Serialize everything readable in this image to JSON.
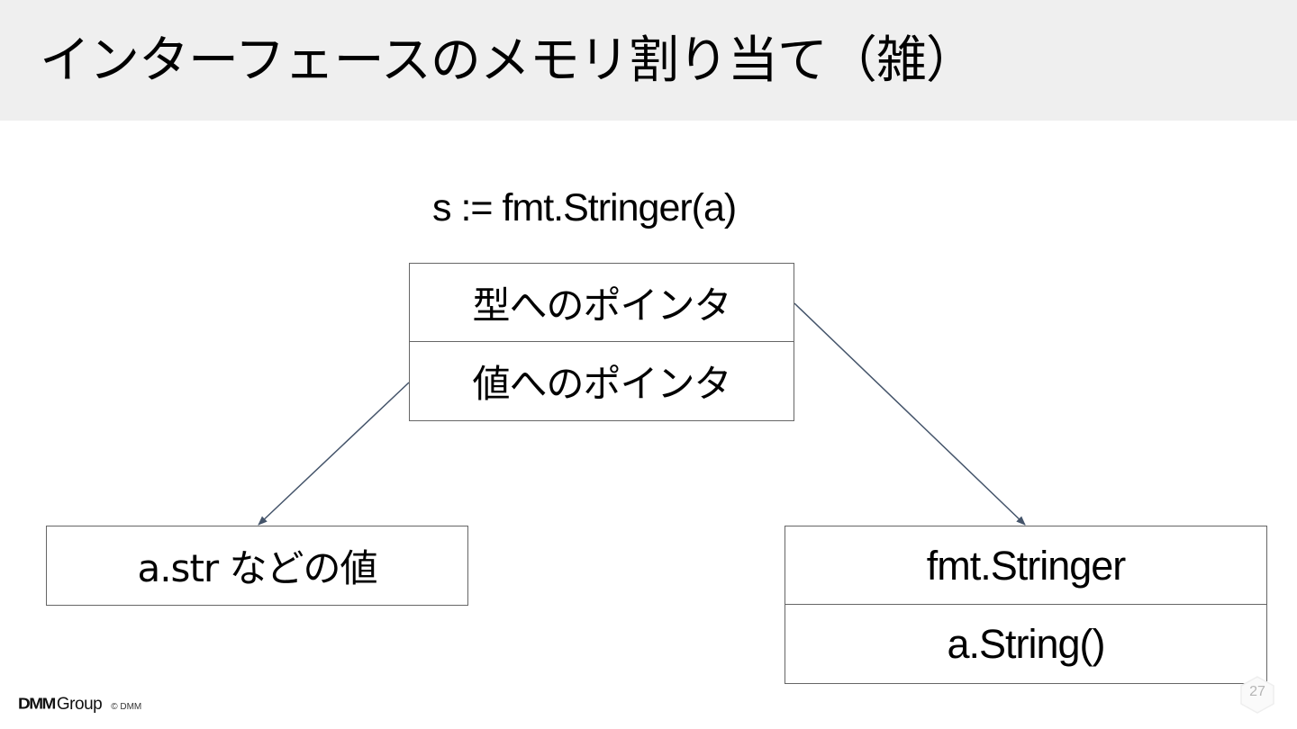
{
  "slide": {
    "title": "インターフェースのメモリ割り当て（雑）",
    "code": "s := fmt.Stringer(a)"
  },
  "diagram": {
    "interface_value": {
      "type_pointer": "型へのポインタ",
      "value_pointer": "値へのポインタ"
    },
    "value_box": "a.str などの値",
    "type_box": {
      "name": "fmt.Stringer",
      "method": "a.String()"
    },
    "colors": {
      "box_border": "#666666",
      "arrow": "#44546a",
      "header_bg": "#efefef"
    }
  },
  "footer": {
    "logo_dmm": "DMM",
    "logo_group": "Group",
    "copyright": "© DMM",
    "page_number": "27"
  }
}
